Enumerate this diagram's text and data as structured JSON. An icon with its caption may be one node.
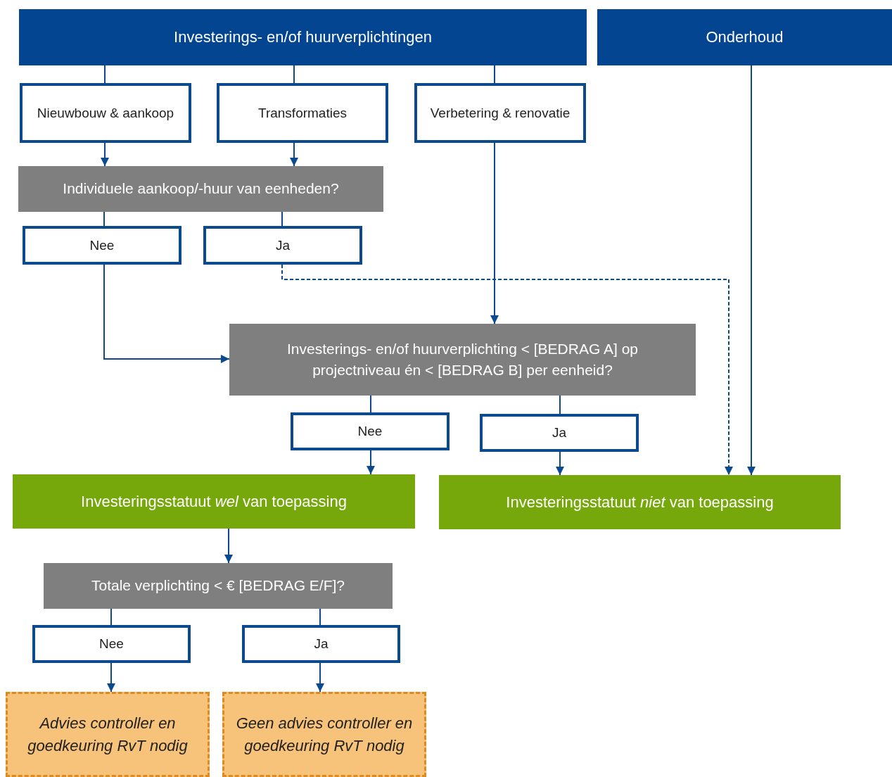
{
  "diagram": {
    "nodes": [
      {
        "text": [
          "Investerings- en/of huurverplichtingen"
        ]
      },
      {
        "text": [
          "Onderhoud"
        ]
      },
      {
        "text": [
          "Nieuwbouw & aankoop"
        ]
      },
      {
        "text": [
          "Transformaties"
        ]
      },
      {
        "text": [
          "Verbetering & renovatie"
        ]
      },
      {
        "text": [
          "Individuele aankoop/-huur van eenheden?"
        ]
      },
      {
        "text": [
          "Nee"
        ]
      },
      {
        "text": [
          "Ja"
        ]
      },
      {
        "text": [
          "Investerings- en/of huurverplichting < [BEDRAG A] op projectniveau én < [BEDRAG B] per eenheid?"
        ]
      },
      {
        "text": [
          "Nee"
        ]
      },
      {
        "text": [
          "Ja"
        ]
      },
      {
        "text": [
          "Investeringsstatuut *wel* van toepassing"
        ]
      },
      {
        "text": [
          "Investeringsstatuut *niet* van toepassing"
        ]
      },
      {
        "text": [
          "Totale verplichting < € [BEDRAG E/F]?"
        ]
      },
      {
        "text": [
          "Nee"
        ]
      },
      {
        "text": [
          "Ja"
        ]
      },
      {
        "text": [
          "Advies controller en goedkeuring RvT nodig"
        ]
      },
      {
        "text": [
          "Geen advies controller en goedkeuring RvT nodig"
        ]
      }
    ],
    "edges": [
      {
        "from": 0,
        "to": 2,
        "arrow": "none"
      },
      {
        "from": 0,
        "to": 3,
        "arrow": "none"
      },
      {
        "from": 0,
        "to": 4,
        "arrow": "none"
      },
      {
        "from": 2,
        "to": 5,
        "arrow": "to"
      },
      {
        "from": 3,
        "to": 5,
        "arrow": "to"
      },
      {
        "from": 5,
        "to": 6,
        "arrow": "none"
      },
      {
        "from": 5,
        "to": 7,
        "arrow": "none"
      },
      {
        "from": 6,
        "to": 8,
        "arrow": "to"
      },
      {
        "from": 7,
        "to": 12,
        "arrow": "to",
        "style": "dashed"
      },
      {
        "from": 4,
        "to": 8,
        "arrow": "to"
      },
      {
        "from": 1,
        "to": 12,
        "arrow": "to"
      },
      {
        "from": 8,
        "to": 9,
        "arrow": "none"
      },
      {
        "from": 8,
        "to": 10,
        "arrow": "none"
      },
      {
        "from": 9,
        "to": 11,
        "arrow": "to"
      },
      {
        "from": 10,
        "to": 12,
        "arrow": "to"
      },
      {
        "from": 11,
        "to": 13,
        "arrow": "to"
      },
      {
        "from": 13,
        "to": 14,
        "arrow": "none"
      },
      {
        "from": 13,
        "to": 15,
        "arrow": "none"
      },
      {
        "from": 14,
        "to": 16,
        "arrow": "to"
      },
      {
        "from": 15,
        "to": 17,
        "arrow": "to"
      }
    ]
  }
}
